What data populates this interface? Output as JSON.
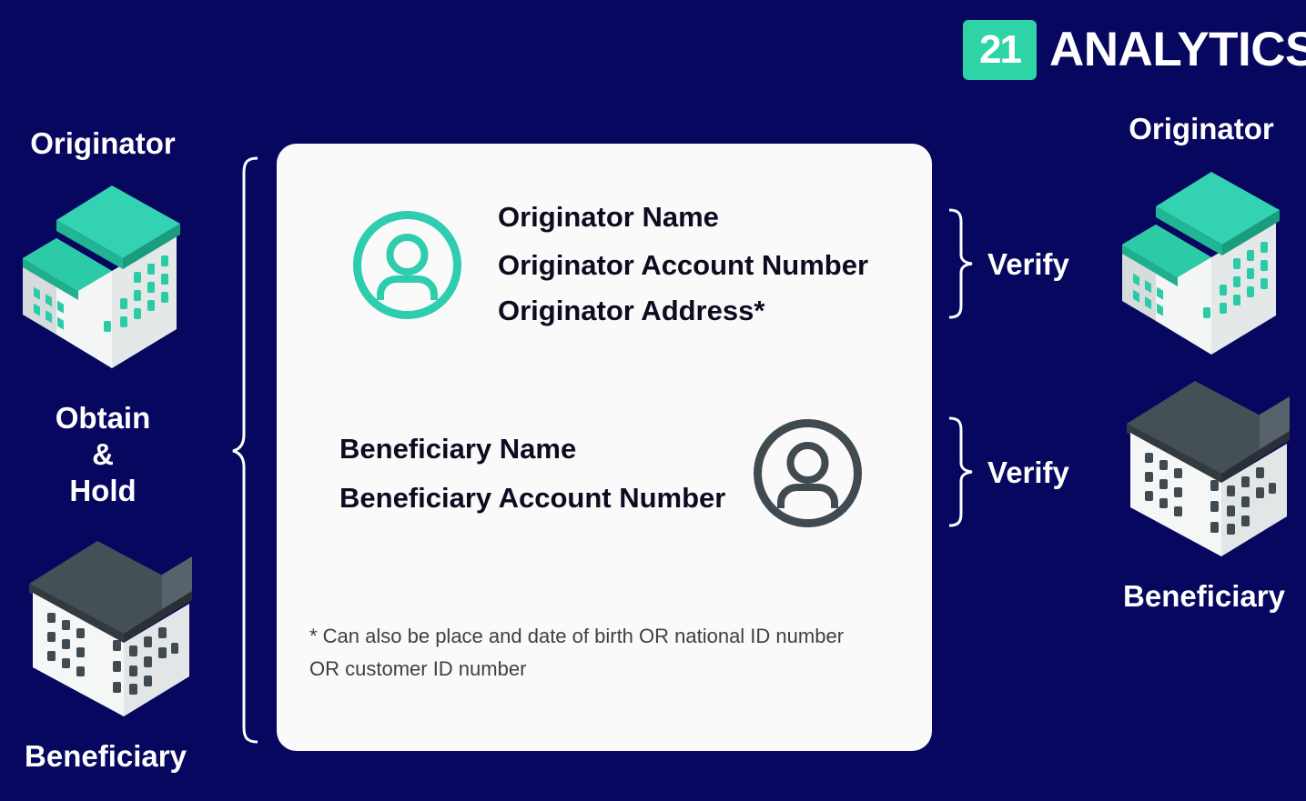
{
  "logo": {
    "badge": "21",
    "brand": "ANALYTICS"
  },
  "left": {
    "originator_label": "Originator",
    "obtain_hold": [
      "Obtain",
      "&",
      "Hold"
    ],
    "beneficiary_label": "Beneficiary"
  },
  "card": {
    "originator_fields": [
      "Originator Name",
      "Originator Account Number",
      "Originator Address*"
    ],
    "beneficiary_fields": [
      "Beneficiary Name",
      "Beneficiary Account Number"
    ],
    "footnote_lines": [
      "* Can also be place and date of birth OR national ID number",
      "OR customer ID number"
    ]
  },
  "right": {
    "verify_top": "Verify",
    "verify_bottom": "Verify",
    "originator_label": "Originator",
    "beneficiary_label": "Beneficiary"
  },
  "colors": {
    "background": "#07075f",
    "originator_accent": "#2ecdae",
    "beneficiary_dark": "#3f4a51",
    "card": "#fafafa"
  },
  "icons": [
    "originator-building-icon",
    "beneficiary-building-icon",
    "user-circle-icon",
    "brace-icon"
  ]
}
